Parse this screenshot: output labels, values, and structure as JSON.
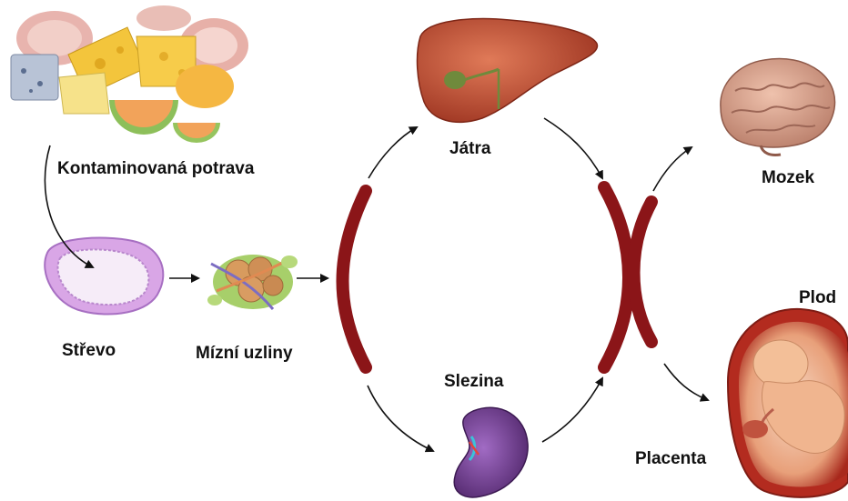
{
  "labels": {
    "food": "Kontaminovaná potrava",
    "intestine": "Střevo",
    "lymph_nodes": "Mízní uzliny",
    "liver": "Játra",
    "spleen": "Slezina",
    "brain": "Mozek",
    "fetus": "Plod",
    "placenta": "Placenta"
  },
  "colors": {
    "barrier": "#8b1518",
    "arrow": "#111111",
    "liver": "#b8452e",
    "spleen": "#6b3a8a",
    "brain": "#d9a08a",
    "intestine": "#c48ad6",
    "uterus": "#c0392b",
    "fetus": "#f0b58f"
  }
}
